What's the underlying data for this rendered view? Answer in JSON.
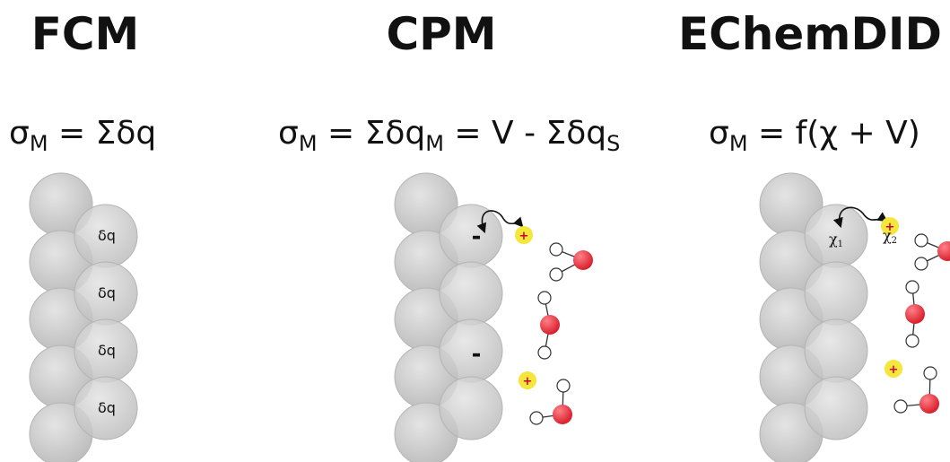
{
  "panels": [
    {
      "title": "FCM",
      "equation": {
        "lhs": "σ",
        "lhs_sub": "M",
        "rhs": " = Σδq"
      },
      "sphere_labels": [
        "δq",
        "δq",
        "δq",
        "δq"
      ]
    },
    {
      "title": "CPM",
      "equation": {
        "lhs": "σ",
        "lhs_sub": "M",
        "mid": " = Σδq",
        "mid_sub": "M",
        "rhs": " = V - Σδq",
        "rhs_sub": "S"
      },
      "surface_charges": [
        "-",
        "-"
      ],
      "ion_symbol": "+"
    },
    {
      "title": "EChemDID",
      "equation": {
        "lhs": "σ",
        "lhs_sub": "M",
        "rhs": " = f(χ + V)"
      },
      "chi_labels": [
        {
          "base": "χ",
          "sub": "1"
        },
        {
          "base": "χ",
          "sub": "2"
        }
      ],
      "ion_symbol": "+"
    }
  ],
  "colors": {
    "sphere_fill": "#c8c8c8",
    "sphere_edge": "#b4b4b4",
    "oxygen": "#e8323c",
    "hydrogen": "#ffffff",
    "ion_fill": "#f5e63c",
    "ion_symbol": "#cc0033"
  }
}
